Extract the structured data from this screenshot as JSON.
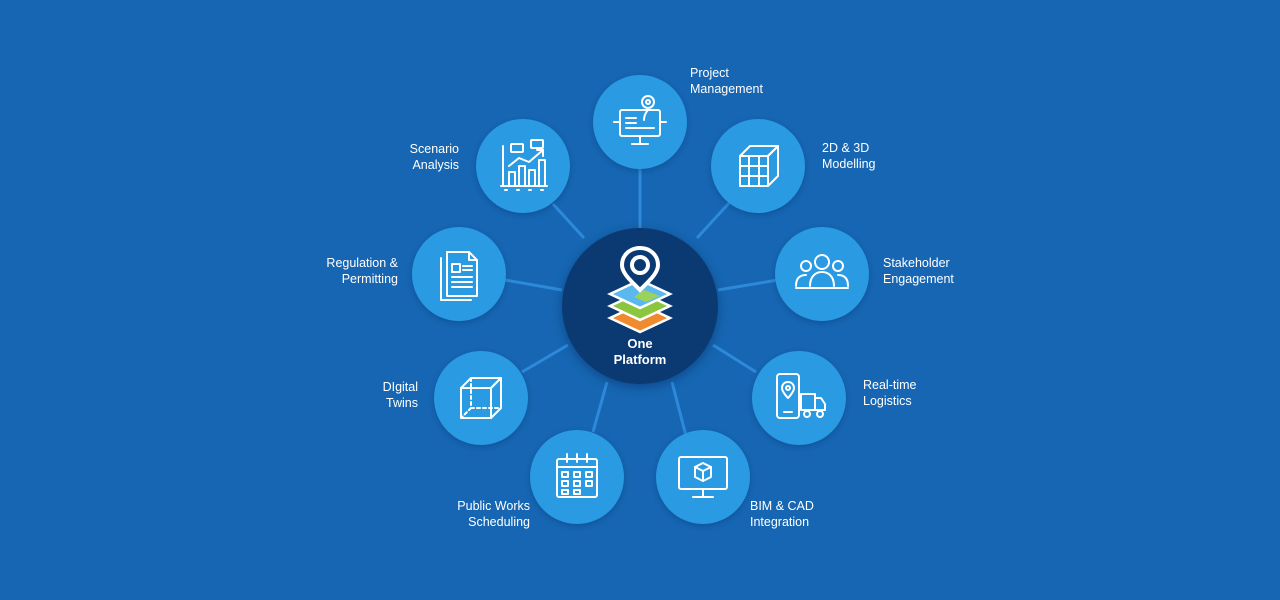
{
  "center": {
    "line1": "One",
    "line2": "Platform"
  },
  "nodes": [
    {
      "line1": "Project",
      "line2": "Management",
      "icon": "monitor-location-icon"
    },
    {
      "line1": "2D & 3D",
      "line2": "Modelling",
      "icon": "grid-cube-icon"
    },
    {
      "line1": "Stakeholder",
      "line2": "Engagement",
      "icon": "people-group-icon"
    },
    {
      "line1": "Real-time",
      "line2": "Logistics",
      "icon": "phone-truck-icon"
    },
    {
      "line1": "BIM & CAD",
      "line2": "Integration",
      "icon": "monitor-cube-icon"
    },
    {
      "line1": "Public Works",
      "line2": "Scheduling",
      "icon": "calendar-icon"
    },
    {
      "line1": "DIgital",
      "line2": "Twins",
      "icon": "wireframe-box-icon"
    },
    {
      "line1": "Regulation &",
      "line2": "Permitting",
      "icon": "documents-icon"
    },
    {
      "line1": "Scenario",
      "line2": "Analysis",
      "icon": "bar-chart-icon"
    }
  ],
  "colors": {
    "background": "#1666b3",
    "node": "#2a9ae3",
    "center": "#0b3a73",
    "connector": "#2d8ad8",
    "text": "#ffffff"
  }
}
